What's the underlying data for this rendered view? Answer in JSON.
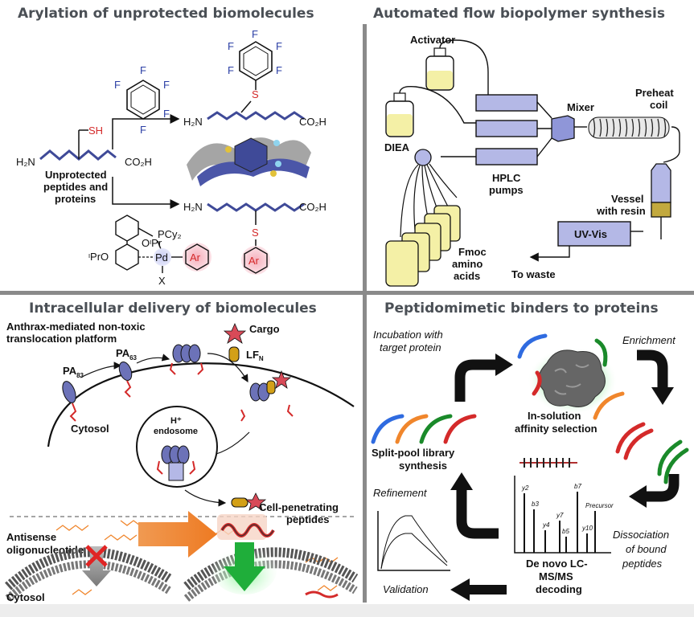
{
  "colors": {
    "divider": "#8a8a8a",
    "blue_chain": "#3f4a98",
    "red": "#d42a2a",
    "orange": "#f0862c",
    "green": "#1a8a2a",
    "bright_blue": "#2f6be0",
    "pump_fill": "#b4b8e6",
    "bottle_fill": "#f4f0a6",
    "protein_purple": "#6c72b8"
  },
  "panels": {
    "arylation": {
      "title": "Arylation of unprotected biomolecules",
      "left_h2n": "H₂N",
      "left_co2h": "CO₂H",
      "sh": "SH",
      "unprotected": "Unprotected",
      "peptides_and": "peptides and",
      "proteins": "proteins",
      "top_h2n": "H₂N",
      "top_co2h": "CO₂H",
      "s_top": "S",
      "bot_h2n": "H₂N",
      "bot_co2h": "CO₂H",
      "s_bot": "S",
      "ar_ring": "Ar",
      "ar_cat": "Ar",
      "f": "F",
      "pd": "Pd",
      "pcy2": "PCy₂",
      "opr": "OᶦPr",
      "ipro": "ᶦPrO",
      "x": "X"
    },
    "flow": {
      "title": "Automated flow biopolymer synthesis",
      "activator": "Activator",
      "diea": "DIEA",
      "mixer": "Mixer",
      "preheat": "Preheat",
      "coil": "coil",
      "hplc": "HPLC",
      "pumps": "pumps",
      "vessel": "Vessel",
      "with_resin": "with resin",
      "uvvis": "UV-Vis",
      "fmoc": "Fmoc",
      "amino": "amino",
      "acids": "acids",
      "to_waste": "To waste"
    },
    "delivery": {
      "title": "Intracellular delivery of biomolecules",
      "platform_line1": "Anthrax-mediated non-toxic",
      "platform_line2": "translocation platform",
      "cargo": "Cargo",
      "lfn": "LF",
      "lfn_sub": "N",
      "pa83": "PA",
      "pa83_sub": "83",
      "pa63": "PA",
      "pa63_sub": "63",
      "h_plus": "H⁺",
      "endosome": "endosome",
      "cytosol_top": "Cytosol",
      "antisense": "Antisense",
      "oligo": "oligonucleotide",
      "cpp1": "Cell-penetrating",
      "cpp2": "peptides",
      "cytosol_bottom": "Cytosol"
    },
    "binders": {
      "title": "Peptidomimetic binders to proteins",
      "incubation1": "Incubation with",
      "incubation2": "target protein",
      "enrichment": "Enrichment",
      "insol1": "In-solution",
      "insol2": "affinity selection",
      "split1": "Split-pool library",
      "split2": "synthesis",
      "refinement": "Refinement",
      "validation": "Validation",
      "denovo1": "De novo LC-",
      "denovo2": "MS/MS",
      "denovo3": "decoding",
      "dissoc1": "Dissociation",
      "dissoc2": "of bound",
      "dissoc3": "peptides",
      "ion_y2": "y2",
      "ion_b3": "b3",
      "ion_y4": "y4",
      "ion_y7": "y7",
      "ion_b5": "b5",
      "ion_b7": "b7",
      "ion_y10": "y10",
      "ion_precursor": "Precursor"
    }
  }
}
